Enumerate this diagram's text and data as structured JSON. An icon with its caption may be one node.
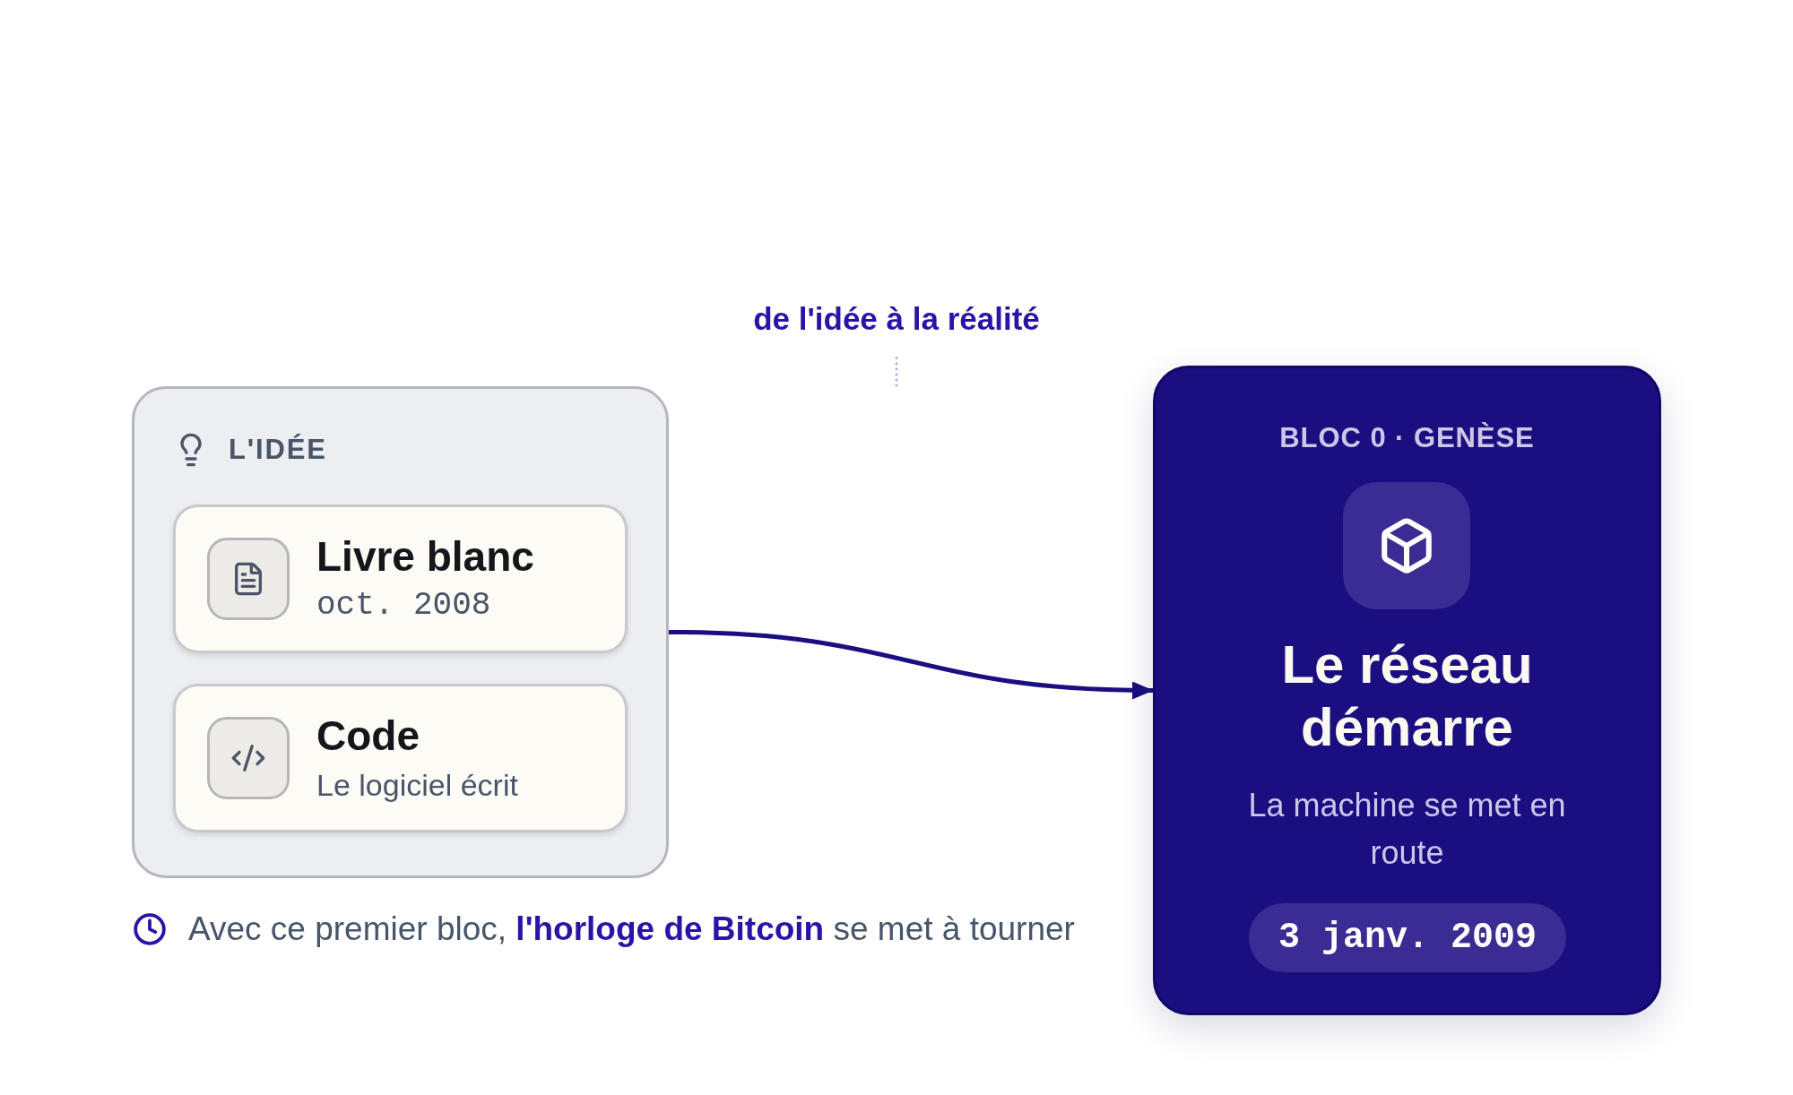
{
  "diagram": {
    "title": "de l'idée à la réalité",
    "nodes": [
      {
        "text": [
          "L'IDÉE"
        ]
      },
      {
        "text": [
          "Livre blanc",
          "oct. 2008"
        ],
        "in": 0
      },
      {
        "text": [
          "Code",
          "Le logiciel écrit"
        ],
        "in": 0
      },
      {
        "text": [
          "BLOC 0 · GENÈSE",
          "Le réseau démarre",
          "La machine se met en route"
        ]
      },
      {
        "text": [
          "3 janv. 2009"
        ],
        "in": 3
      }
    ],
    "edges": [
      {
        "from": 0,
        "to": 3,
        "arrow": "to"
      }
    ],
    "labels": [
      "Avec ce premier bloc, **l'horloge de Bitcoin** se met à tourner"
    ]
  }
}
